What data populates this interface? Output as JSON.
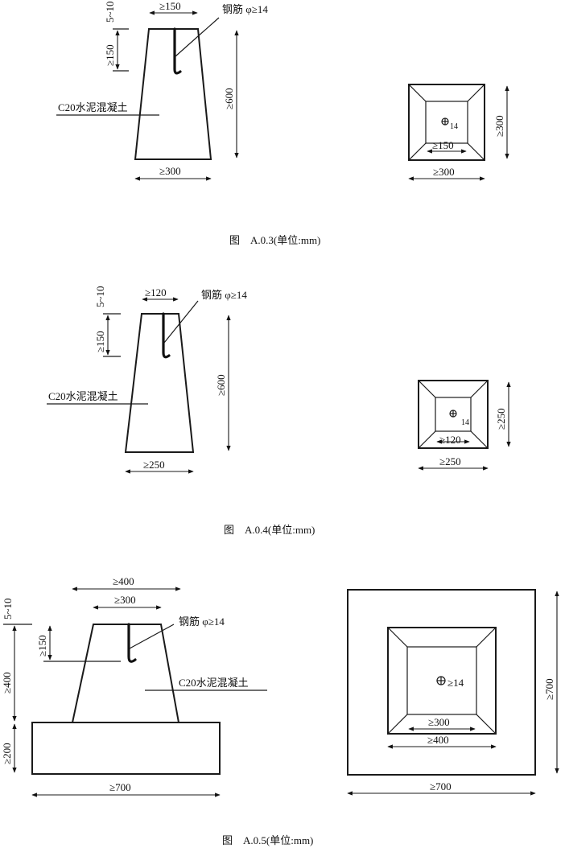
{
  "figures": [
    {
      "caption": "图　A.0.3(单位:mm)",
      "top_width": "≥150",
      "bottom_width": "≥300",
      "height": "≥600",
      "gap": "5~10",
      "embed": "≥150",
      "rebar": "钢筋 φ≥14",
      "concrete": "C20水泥混凝土",
      "plan_outer": "≥300",
      "plan_outer_v": "≥300",
      "plan_inner": "≥150",
      "plan_rebar": "14"
    },
    {
      "caption": "图　A.0.4(单位:mm)",
      "top_width": "≥120",
      "bottom_width": "≥250",
      "height": "≥600",
      "gap": "5~10",
      "embed": "≥150",
      "rebar": "钢筋 φ≥14",
      "concrete": "C20水泥混凝土",
      "plan_outer": "≥250",
      "plan_outer_v": "≥250",
      "plan_inner": "≥120",
      "plan_rebar": "14"
    },
    {
      "caption": "图　A.0.5(单位:mm)",
      "top_width_outer": "≥400",
      "top_width": "≥300",
      "base_width": "≥700",
      "height": "≥400",
      "base_height": "≥200",
      "gap": "5~10",
      "embed": "≥150",
      "rebar": "钢筋 φ≥14",
      "concrete": "C20水泥混凝土",
      "plan_outer": "≥700",
      "plan_outer_v": "≥700",
      "plan_mid": "≥400",
      "plan_inner": "≥300",
      "plan_rebar": "≥14"
    }
  ]
}
